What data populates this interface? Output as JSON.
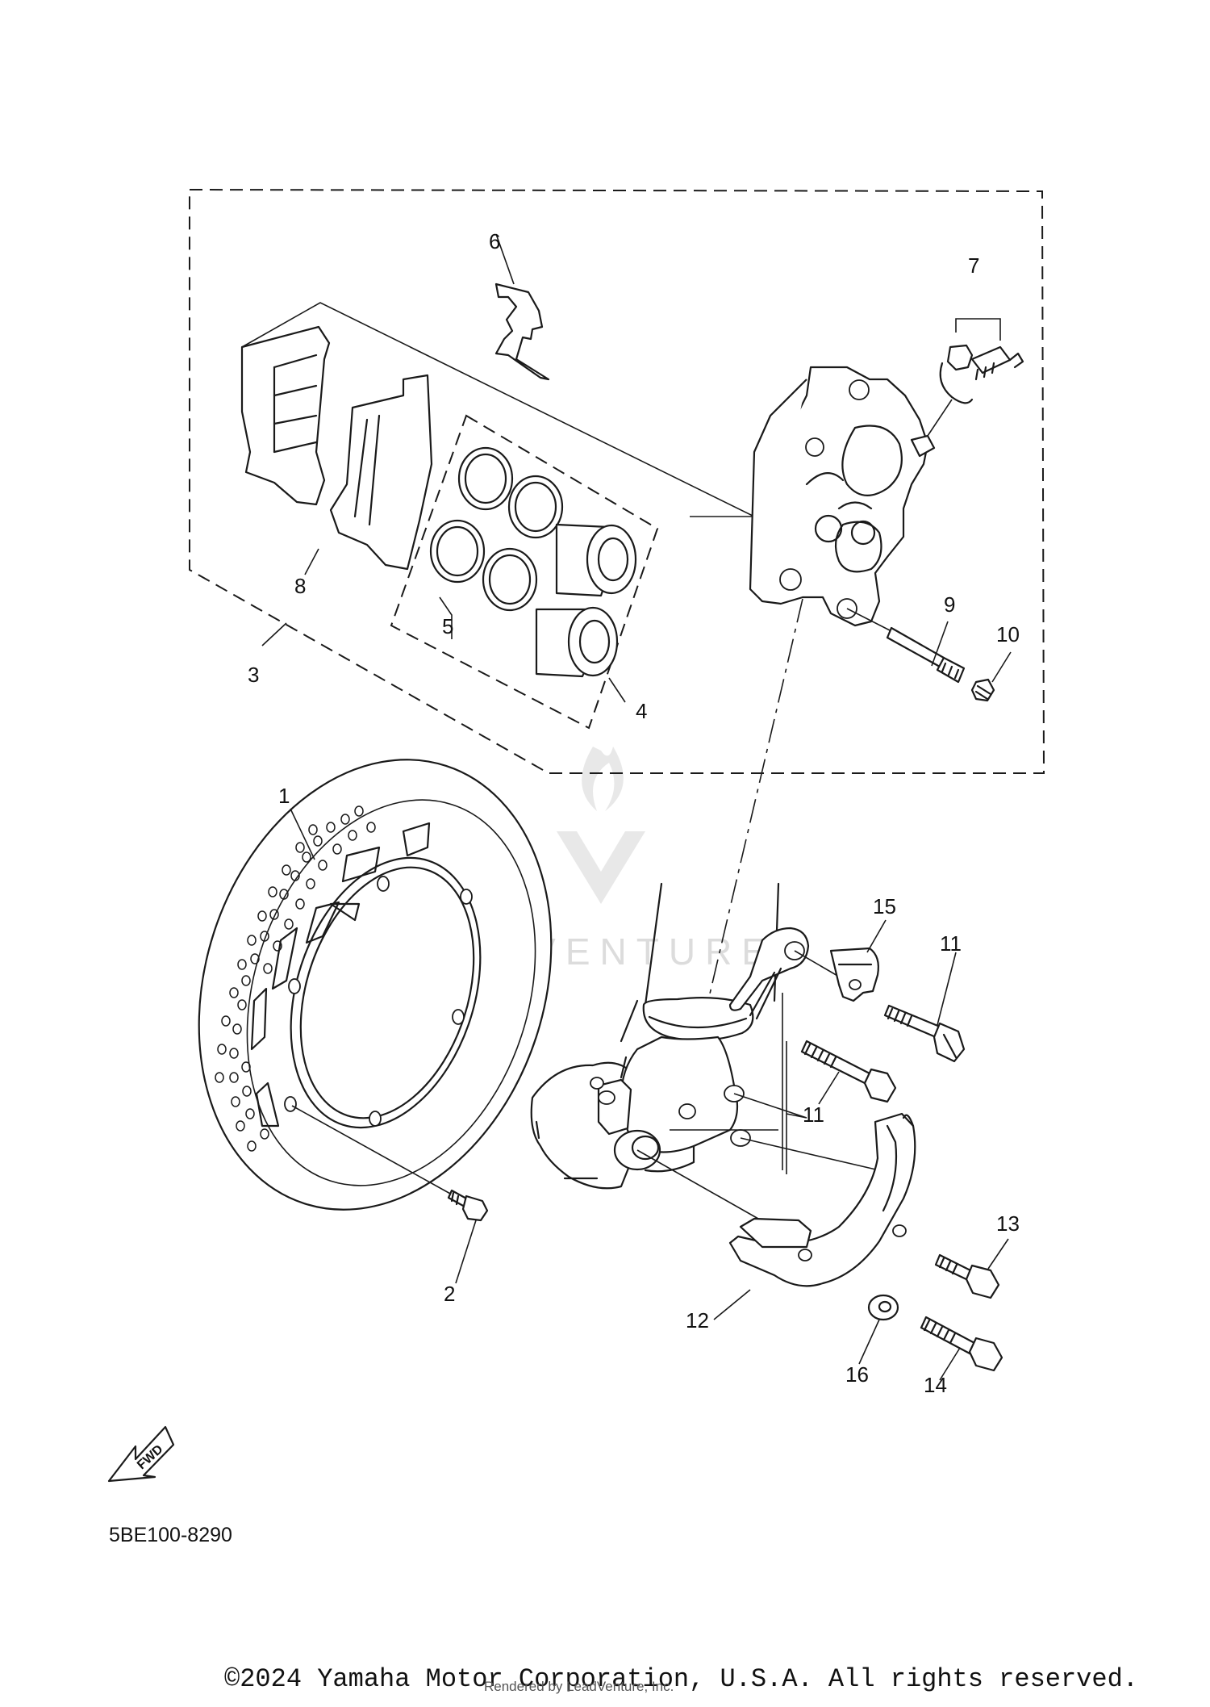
{
  "diagram": {
    "code": "5BE100-8290",
    "fwd_label": "FWD",
    "watermark": "LEADVENTURE"
  },
  "callouts": [
    "1",
    "2",
    "3",
    "4",
    "5",
    "6",
    "7",
    "8",
    "9",
    "10",
    "11",
    "11",
    "12",
    "13",
    "14",
    "15",
    "16"
  ],
  "footer": {
    "copyright": "©2024 Yamaha Motor Corporation, U.S.A. All rights reserved.",
    "rendered_by": "Rendered by LeadVenture, Inc."
  }
}
